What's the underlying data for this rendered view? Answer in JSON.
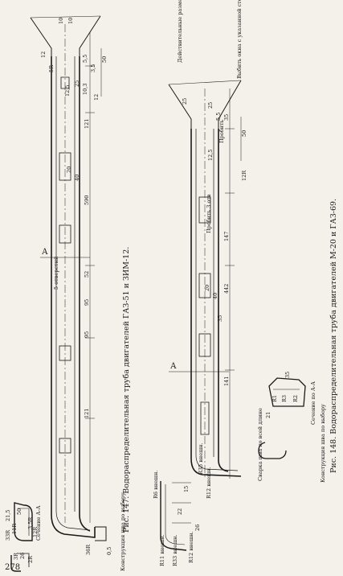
{
  "page_number": "278",
  "figure_147": {
    "caption": "Рис. 147. Водораспределительная труба двигателей ГАЗ-51 и ЗИМ-12.",
    "section_label": "Сечение А-А",
    "weld_label": "Конструкция шва по выбору",
    "holes_label": "5 отверстий",
    "section_marker": "А",
    "dims": [
      "590",
      "121",
      "95",
      "52",
      "95",
      "121",
      "20",
      "40",
      "12,5",
      "25",
      "5,5",
      "10,3",
      "3,5",
      "50",
      "12",
      "12",
      "0,5",
      "36R",
      "10",
      "10",
      "5R",
      "3,5R",
      "21,5",
      "33R",
      "11R",
      "2R",
      "50",
      "26",
      "3R",
      "12R"
    ]
  },
  "figure_148": {
    "caption": "Рис. 148. Водораспределительная труба двигателей М-20 и ГАЗ-69.",
    "section_label": "Сечение по А-А",
    "weld_label": "Конструкция шва по выбору",
    "weld_note": "Сварка шва по всей длине",
    "actual_size_label": "Действительные размеры",
    "punch_note_1": "Выбить окна с указанной стороны",
    "punch_note_2": "Пробить",
    "punch_note_3": "Пробить 3 отв",
    "section_marker": "А",
    "dims": [
      "25",
      "50",
      "12R",
      "442",
      "147",
      "141",
      "40",
      "20",
      "35",
      "12,5",
      "5,5",
      "25",
      "35",
      "15",
      "22",
      "R6 внешн.",
      "R11 внешн.",
      "R33 внешн.",
      "R12 внешн.",
      "R35 внешн.",
      "26",
      "R12 внешн.",
      "R2",
      "R3",
      "R1",
      "21",
      "35"
    ]
  }
}
